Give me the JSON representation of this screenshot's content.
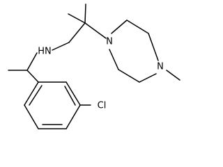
{
  "molecule": {
    "atom_labels": {
      "amine": "HN",
      "piperazine_n1": "N",
      "piperazine_n4": "N",
      "chloro": "Cl"
    }
  }
}
